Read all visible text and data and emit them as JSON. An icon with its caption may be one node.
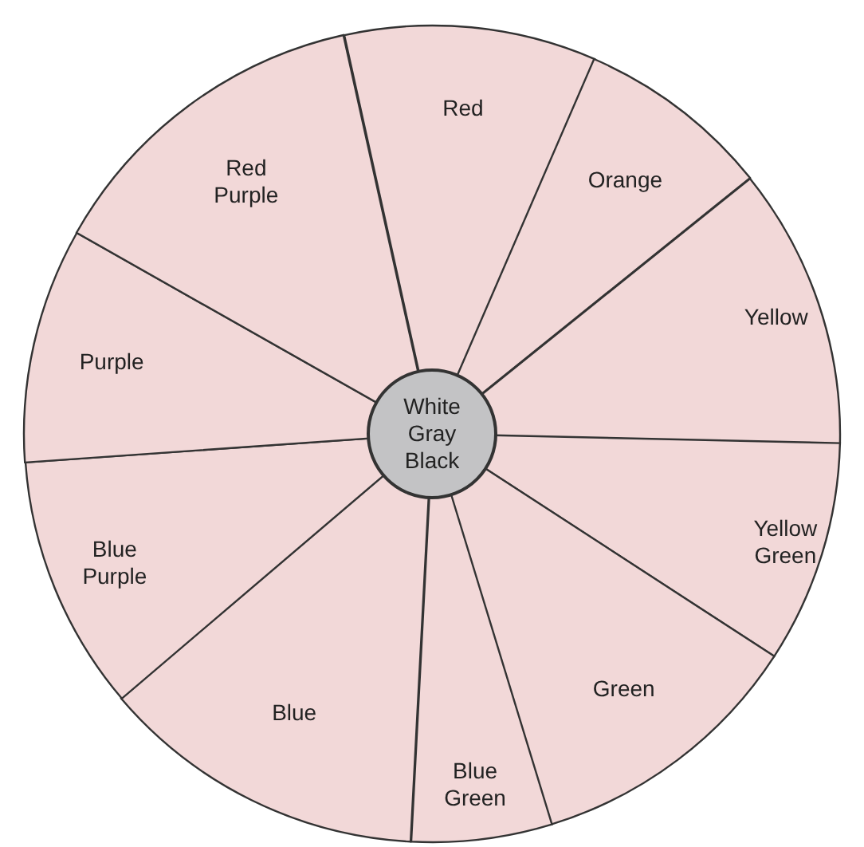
{
  "diagram": {
    "nodes": [
      {
        "text": [
          "Red"
        ]
      },
      {
        "text": [
          "Orange"
        ]
      },
      {
        "text": [
          "Yellow"
        ]
      },
      {
        "text": [
          "Yellow Green"
        ]
      },
      {
        "text": [
          "Green"
        ]
      },
      {
        "text": [
          "Blue Green"
        ]
      },
      {
        "text": [
          "Blue"
        ]
      },
      {
        "text": [
          "Blue Purple"
        ]
      },
      {
        "text": [
          "Purple"
        ]
      },
      {
        "text": [
          "Red Purple"
        ]
      },
      {
        "text": [
          "White Gray Black"
        ]
      }
    ]
  }
}
